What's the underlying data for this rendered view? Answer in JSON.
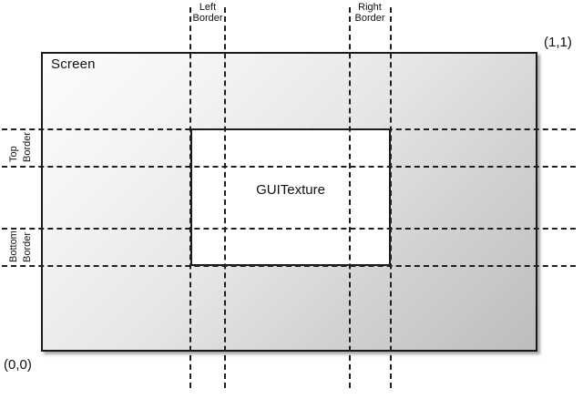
{
  "diagram": {
    "screen_label": "Screen",
    "texture_label": "GUITexture",
    "coordinates": {
      "origin": "(0,0)",
      "maximum": "(1,1)"
    },
    "borders": {
      "left": {
        "line1": "Left",
        "line2": "Border"
      },
      "right": {
        "line1": "Right",
        "line2": "Border"
      },
      "top": {
        "line1": "Top",
        "line2": "Border"
      },
      "bottom": {
        "line1": "Bottom",
        "line2": "Border"
      }
    },
    "colors": {
      "line": "#1f1f1f",
      "outline": "#1a1a1a",
      "texture_fill": "#ffffff",
      "screen_gradient_start": "#fcfcfc",
      "screen_gradient_end": "#bdbdbd",
      "text": "#111111",
      "background": "#ffffff"
    },
    "guides": {
      "vertical_x": [
        208,
        246,
        383,
        428
      ],
      "horizontal_y": [
        141,
        182,
        250,
        291
      ]
    }
  }
}
